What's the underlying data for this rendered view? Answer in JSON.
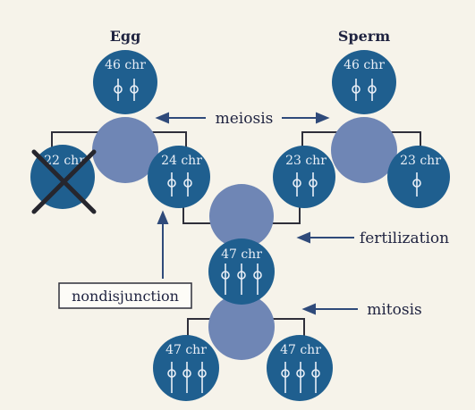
{
  "labels": {
    "egg": "Egg",
    "sperm": "Sperm",
    "meiosis": "meiosis",
    "fertilization": "fertilization",
    "mitosis": "mitosis",
    "nondisjunction": "nondisjunction"
  },
  "cells": {
    "egg_parent": "46 chr",
    "sperm_parent": "46 chr",
    "egg_discarded": "22 chr",
    "egg_gamete": "24 chr",
    "sperm_gamete_1": "23 chr",
    "sperm_gamete_2": "23 chr",
    "zygote": "47 chr",
    "daughter_1": "47 chr",
    "daughter_2": "47 chr"
  },
  "colors": {
    "cell": "#1f5f8f",
    "division": "#6f86b5",
    "line": "#2f2f3a",
    "arrow": "#2f4a7a",
    "text_dark": "#1f2340",
    "text_light": "#e8eef6",
    "cross": "#26262e",
    "background": "#f6f3ea"
  }
}
